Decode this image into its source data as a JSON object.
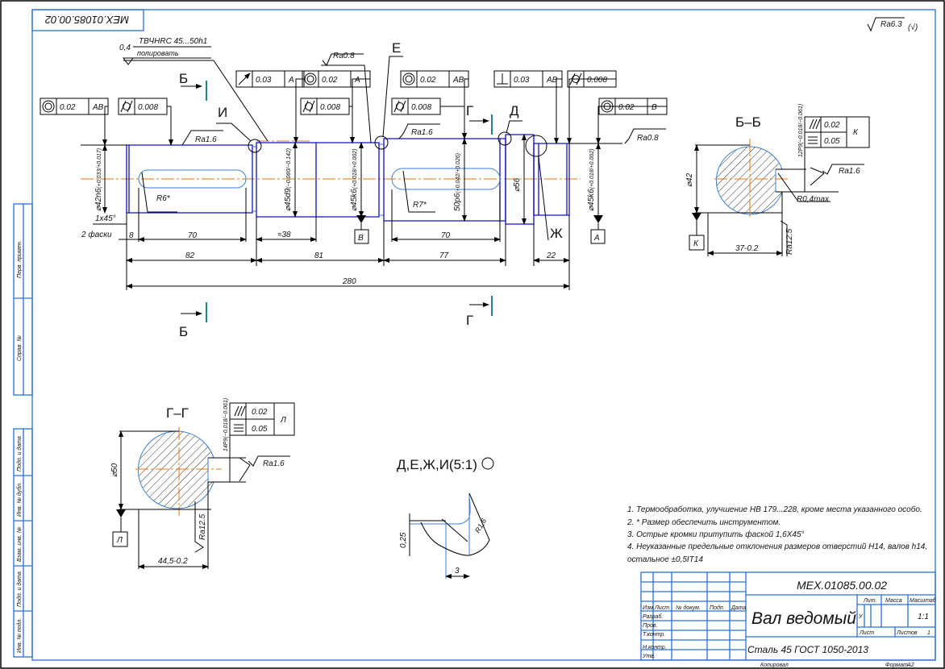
{
  "stamp_rotated": "МЕХ.01085.00.02",
  "roughness_general": {
    "value": "Ra6.3",
    "suffix": "(√)"
  },
  "treatment_note": {
    "depth": "0,4",
    "line1": "ТВЧHRC 45...50h1",
    "line2": "полировать"
  },
  "marks": {
    "b": "Б",
    "g": "Г",
    "i": "И",
    "e": "Е",
    "d": "Д",
    "zh": "Ж"
  },
  "tolerance_frames": [
    {
      "symbol": "concentricity",
      "value": "0.02",
      "datum": "АВ"
    },
    {
      "symbol": "cylindricity",
      "value": "0.008",
      "datum": ""
    },
    {
      "symbol": "runout",
      "value": "0.03",
      "datum": "А"
    },
    {
      "symbol": "concentricity",
      "value": "0.02",
      "datum": "А"
    },
    {
      "symbol": "cylindricity",
      "value": "0.008",
      "datum": ""
    },
    {
      "symbol": "concentricity",
      "value": "0.02",
      "datum": "АВ"
    },
    {
      "symbol": "cylindricity",
      "value": "0.008",
      "datum": ""
    },
    {
      "symbol": "perpendicularity",
      "value": "0.03",
      "datum": "АВ"
    },
    {
      "symbol": "cylindricity",
      "value": "0.008",
      "datum": ""
    },
    {
      "symbol": "concentricity",
      "value": "0.02",
      "datum": "В"
    }
  ],
  "roughness": {
    "r1": "Ra1.6",
    "r2": "Ra0.8",
    "r3": "Ra1.6",
    "r4": "Ra0.8"
  },
  "diameters": {
    "d42": "⌀42n6",
    "d42_tol": "(+0.033/+0.017)",
    "d45a": "⌀45d9",
    "d45a_tol": "(−0.080/−0.142)",
    "d45b": "⌀45k6",
    "d45b_tol": "(+0.018/+0.002)",
    "d50": "50p6",
    "d50_tol": "(+0.042/+0.026)",
    "d56": "⌀56",
    "d45c": "⌀45k6",
    "d45c_tol": "(+0.018/+0.002)"
  },
  "dims": {
    "chamfer": "1x45°",
    "chamfer_count": "2 фаски",
    "d8": "8",
    "d70a": "70",
    "d38": "≈38",
    "d70b": "70",
    "d22": "22",
    "d82": "82",
    "d81": "81",
    "d77": "77",
    "d280": "280",
    "r6": "R6*",
    "r7": "R7*"
  },
  "datums": {
    "v": "В",
    "a": "А",
    "k": "К",
    "l": "Л"
  },
  "section_bb": {
    "title": "Б–Б",
    "diameter": "⌀42",
    "width": "37-0.2",
    "keyway": "12P9(−0.018/−0.061)",
    "parallel": "0.02",
    "symmetry": "0.05",
    "datum": "К",
    "rough_side": "Ra1.6",
    "radius": "R0,4max",
    "rough_bottom": "Ra12.5"
  },
  "section_gg": {
    "title": "Г–Г",
    "diameter": "⌀50",
    "width": "44,5-0.2",
    "keyway": "14P9(−0.018/−0.061)",
    "parallel": "0.02",
    "symmetry": "0.05",
    "datum": "Л",
    "rough_side": "Ra1.6",
    "rough_bottom": "Ra12.5"
  },
  "detail": {
    "title": "Д,Е,Ж,И(5:1)",
    "depth": "0,25",
    "width": "3",
    "radius": "R1,6"
  },
  "notes": [
    "1. Термообработка, улучшение НВ 179...228, кроме места указанного особо.",
    "2. * Размер обеспечить инструментом.",
    "3. Острые кромки притупить фаской 1,6X45°",
    "4. Неуказанные предельные отклонения размеров отверстий H14, валов h14,",
    "остальное  ±0,5IT14"
  ],
  "title_block": {
    "designation": "МЕХ.01085.00.02",
    "name": "Вал ведомый",
    "material": "Сталь 45 ГОСТ 1050-2013",
    "headers": [
      "Изм.",
      "Лист",
      "№ докум.",
      "Подп.",
      "Дата"
    ],
    "roles": [
      "Разраб.",
      "Пров.",
      "Т.контр.",
      "",
      "Н.контр.",
      "Утв."
    ],
    "lit_label": "Лит.",
    "mass_label": "Масса",
    "scale_label": "Масштаб",
    "lit_value": "У",
    "scale_value": "1:1",
    "sheet_label": "Лист",
    "sheets_label": "Листов",
    "sheets_value": "1"
  },
  "side_strip": [
    "Перв. примен.",
    "Справ. №",
    "Подп. и дата",
    "Инв. № дубл.",
    "Взам. инв. №",
    "Подп. и дата",
    "Инв. № подл."
  ],
  "footer": {
    "copied": "Копировал",
    "format_label": "Формат",
    "format_value": "А2"
  }
}
